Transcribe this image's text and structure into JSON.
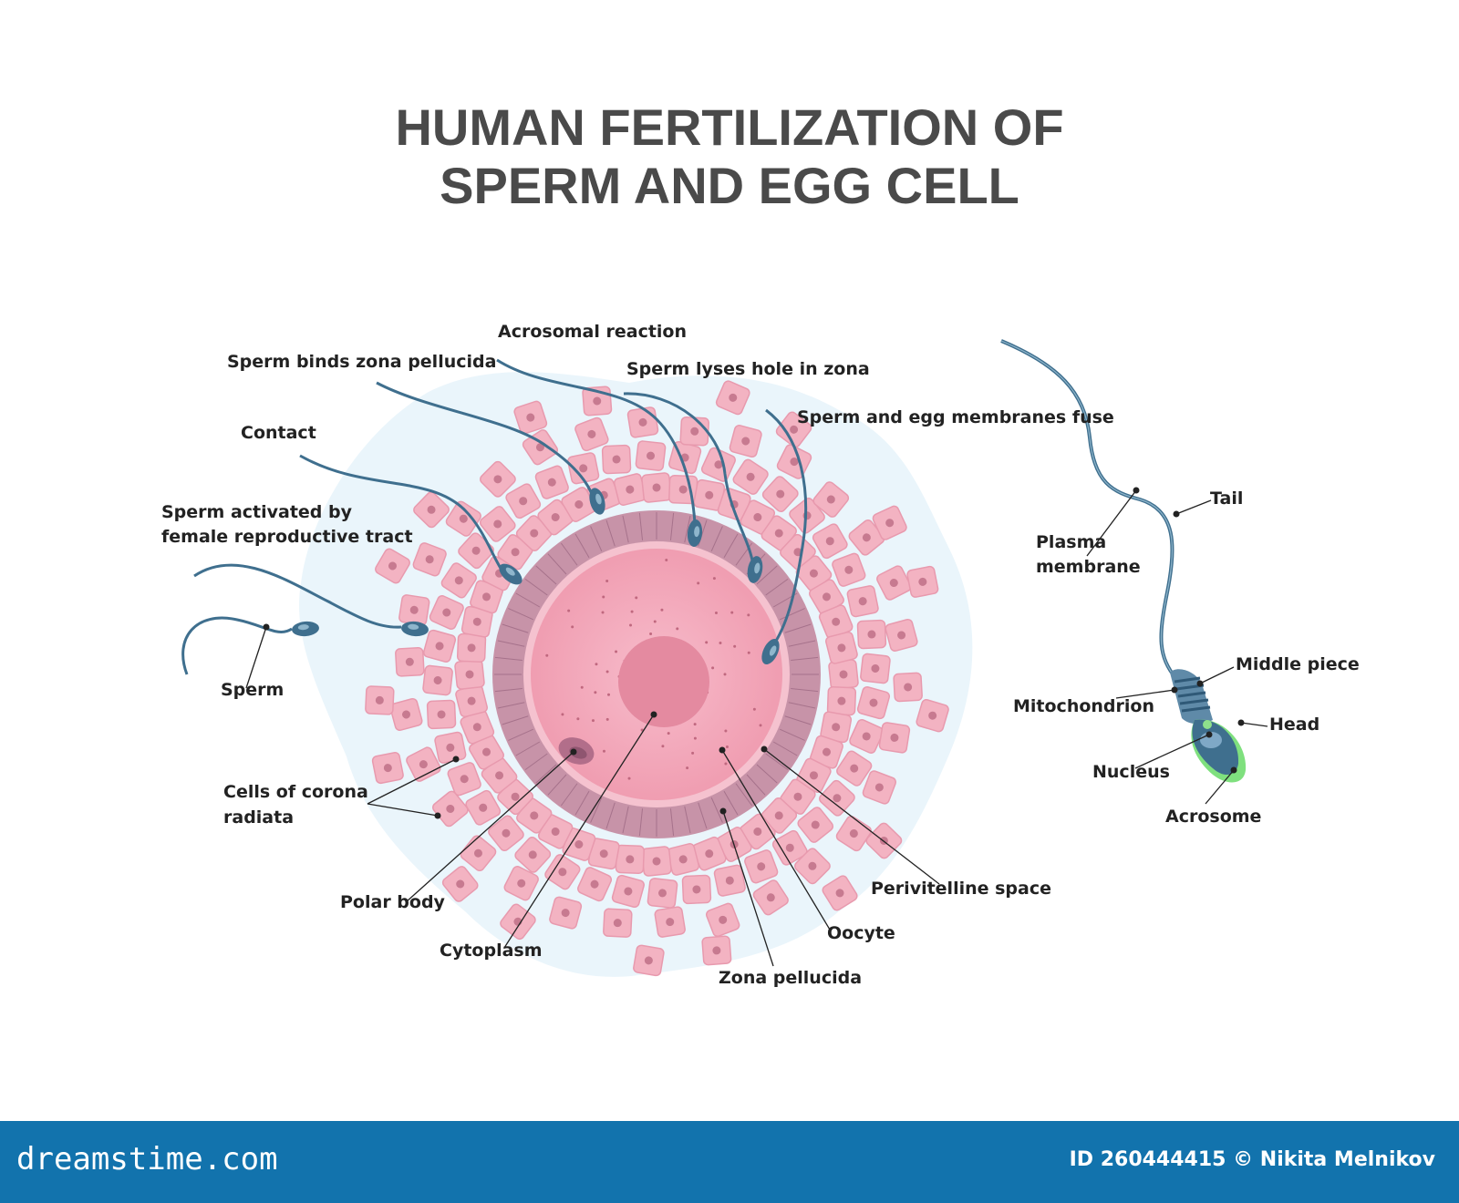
{
  "title": {
    "line1": "HUMAN FERTILIZATION OF",
    "line2": "SPERM AND EGG CELL"
  },
  "labels": {
    "acrosomal_reaction": "Acrosomal reaction",
    "sperm_binds_zona": "Sperm binds zona pellucida",
    "sperm_lyses_hole": "Sperm lyses hole in zona",
    "membranes_fuse": "Sperm and egg membranes fuse",
    "contact": "Contact",
    "sperm_activated_1": "Sperm activated by",
    "sperm_activated_2": "female reproductive tract",
    "sperm": "Sperm",
    "corona_radiata_1": "Cells of corona",
    "corona_radiata_2": "radiata",
    "polar_body": "Polar body",
    "cytoplasm": "Cytoplasm",
    "zona_pellucida": "Zona pellucida",
    "oocyte": "Oocyte",
    "perivitelline_space": "Perivitelline space",
    "tail": "Tail",
    "plasma_membrane_1": "Plasma",
    "plasma_membrane_2": "membrane",
    "middle_piece": "Middle piece",
    "mitochondrion": "Mitochondrion",
    "head": "Head",
    "nucleus": "Nucleus",
    "acrosome": "Acrosome"
  },
  "footer": {
    "brand": "dreamstime.com",
    "credit": "ID 260444415 © Nikita Melnikov"
  },
  "colors": {
    "title": "#4a4a4a",
    "footer_bg": "#1273ad",
    "sperm": "#3f6f8e",
    "oocyte": "#f2a6b7",
    "nucleus": "#e48aa0",
    "zona": "#c48fa5",
    "corona_cell": "#f3b3c2",
    "matrix": "#eaf5fb",
    "acrosome": "#8fe08c"
  }
}
